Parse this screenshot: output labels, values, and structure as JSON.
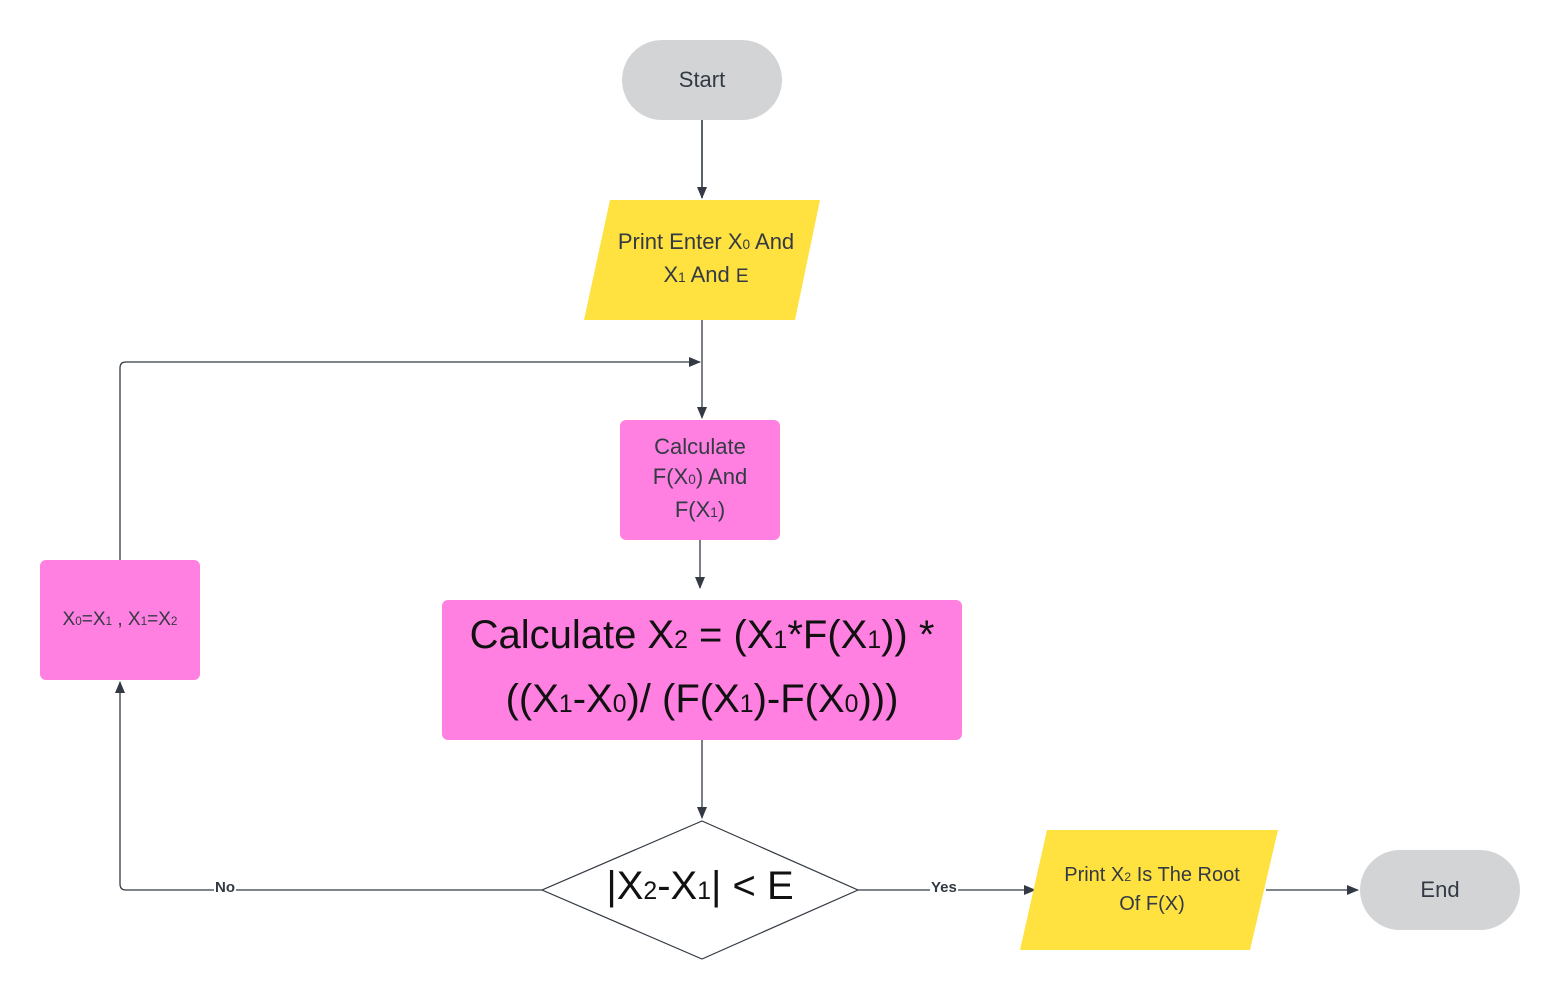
{
  "colors": {
    "terminal": "#d3d4d6",
    "io": "#ffe140",
    "process": "#ff80e1",
    "decision_fill": "#ffffff",
    "edge": "#333a44"
  },
  "nodes": {
    "start": {
      "label": "Start"
    },
    "input": {
      "line1_pre": "Print Enter X",
      "line1_sub": "0",
      "line1_post": " And",
      "line2_pre": "X",
      "line2_sub": "1",
      "line2_mid": " And ",
      "line2_post": "E"
    },
    "calc_f": {
      "line1": "Calculate",
      "line2_pre": "F(X",
      "line2_sub": "0",
      "line2_post": ") And",
      "line3_pre": "F(X",
      "line3_sub": "1",
      "line3_post": ")"
    },
    "calc_x2": {
      "t1": "Calculate X",
      "s1": "2",
      "t2": " = (X",
      "s2": "1",
      "t3": "*F(X",
      "s3": "1",
      "t4": ")) *",
      "t5": "((X",
      "s5": "1",
      "t6": "-X",
      "s6": "0",
      "t7": ")/ (F(X",
      "s7": "1",
      "t8": ")-F(X",
      "s8": "0",
      "t9": ")))"
    },
    "update": {
      "t1": "X",
      "s1": "0",
      "t2": "=X",
      "s2": "1",
      "t3": " , X",
      "s3": "1",
      "t4": "=X",
      "s4": "2"
    },
    "decision": {
      "t1": "|X",
      "s1": "2",
      "t2": "-X",
      "s2": "1",
      "t3": "| < E"
    },
    "output": {
      "line1_pre": "Print  X",
      "line1_sub": "2",
      "line1_post": " Is The Root",
      "line2": "Of F(X)"
    },
    "end": {
      "label": "End"
    }
  },
  "edge_labels": {
    "no": "No",
    "yes": "Yes"
  }
}
